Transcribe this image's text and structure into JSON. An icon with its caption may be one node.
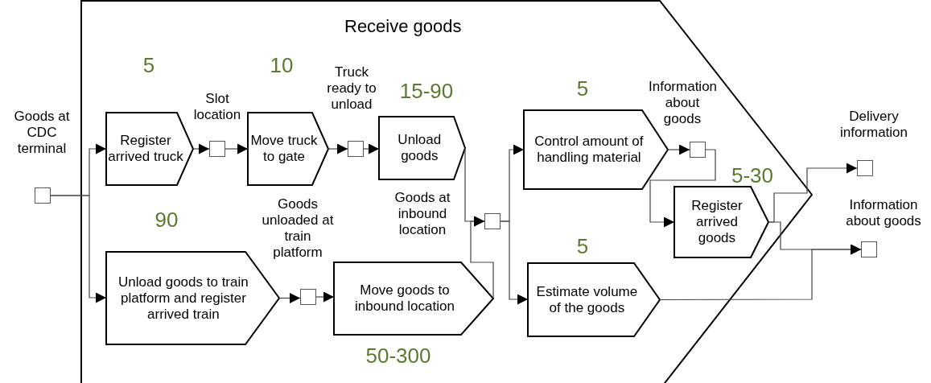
{
  "diagram": {
    "nodes": [
      {
        "text": [
          "Receive goods"
        ]
      },
      {
        "text": [],
        "shape": "box"
      },
      {
        "text": [
          "Register arrived truck"
        ],
        "in": 0,
        "beside": [
          "5"
        ]
      },
      {
        "text": [],
        "shape": "box",
        "in": 0
      },
      {
        "text": [
          "Move truck to gate"
        ],
        "in": 0,
        "beside": [
          "10"
        ]
      },
      {
        "text": [],
        "shape": "box",
        "in": 0
      },
      {
        "text": [
          "Unload goods"
        ],
        "in": 0,
        "beside": [
          "15-90"
        ]
      },
      {
        "text": [
          "Unload goods to train platform and register arrived train"
        ],
        "in": 0,
        "beside": [
          "90"
        ]
      },
      {
        "text": [],
        "shape": "box",
        "in": 0
      },
      {
        "text": [
          "Move goods to inbound location"
        ],
        "in": 0,
        "beside": [
          "50-300"
        ]
      },
      {
        "text": [],
        "shape": "box",
        "in": 0
      },
      {
        "text": [
          "Control amount of handling material"
        ],
        "in": 0,
        "beside": [
          "5"
        ]
      },
      {
        "text": [],
        "shape": "box",
        "in": 0
      },
      {
        "text": [
          "Estimate volume of the goods"
        ],
        "in": 0,
        "beside": [
          "5"
        ]
      },
      {
        "text": [
          "Register arrived goods"
        ],
        "in": 0,
        "beside": [
          "5-30"
        ]
      },
      {
        "text": [],
        "shape": "box"
      },
      {
        "text": [],
        "shape": "box"
      }
    ],
    "edges": [
      {
        "from": 1,
        "to": 2,
        "arrow": "to"
      },
      {
        "from": 1,
        "to": 7,
        "arrow": "to"
      },
      {
        "from": 2,
        "to": 3,
        "arrow": "to"
      },
      {
        "from": 3,
        "to": 4,
        "arrow": "to"
      },
      {
        "from": 4,
        "to": 5,
        "arrow": "to"
      },
      {
        "from": 5,
        "to": 6,
        "arrow": "to"
      },
      {
        "from": 7,
        "to": 8,
        "arrow": "to"
      },
      {
        "from": 8,
        "to": 9,
        "arrow": "to"
      },
      {
        "from": 6,
        "to": 10,
        "arrow": "to"
      },
      {
        "from": 9,
        "to": 10,
        "arrow": "to"
      },
      {
        "from": 10,
        "to": 11,
        "arrow": "to"
      },
      {
        "from": 10,
        "to": 13,
        "arrow": "to"
      },
      {
        "from": 11,
        "to": 12,
        "arrow": "to"
      },
      {
        "from": 12,
        "to": 14,
        "arrow": "to"
      },
      {
        "from": 14,
        "to": 15,
        "arrow": "to"
      },
      {
        "from": 14,
        "to": 16,
        "arrow": "to"
      },
      {
        "from": 13,
        "to": 16,
        "arrow": "to"
      }
    ],
    "labels": [
      "Goods at CDC terminal",
      "Slot location",
      "Truck ready to unload",
      "Information about goods",
      "Delivery information",
      "Goods unloaded at train platform",
      "Goods at inbound location",
      "Information about goods"
    ]
  }
}
